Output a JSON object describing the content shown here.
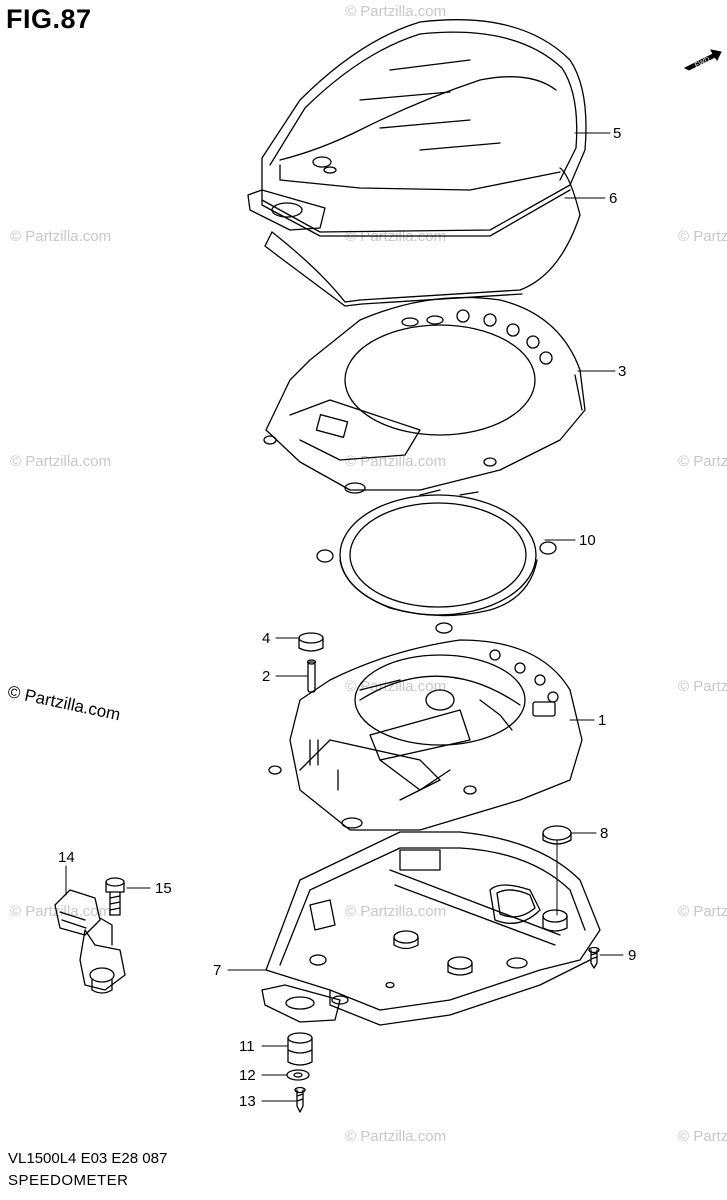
{
  "header": {
    "figure": "FIG.87"
  },
  "footer": {
    "model_code": "VL1500L4  E03  E28  087",
    "title": "SPEEDOMETER"
  },
  "copyright": "© Partzilla.com",
  "watermark": "© Partzilla.com",
  "direction_badge": "FWD",
  "callouts": [
    "5",
    "6",
    "3",
    "10",
    "4",
    "2",
    "1",
    "8",
    "14",
    "15",
    "7",
    "9",
    "11",
    "12",
    "13"
  ],
  "colors": {
    "line": "#000000",
    "watermark": "#c8c8c8",
    "background": "#ffffff"
  }
}
